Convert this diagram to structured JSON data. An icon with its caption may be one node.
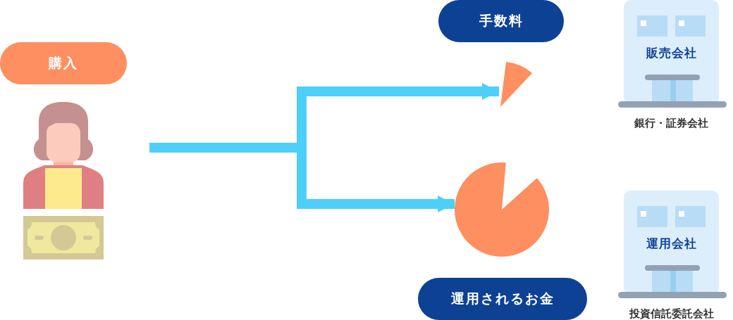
{
  "diagram": {
    "nodes": [
      {
        "text": [
          "購入"
        ]
      },
      {
        "text": [],
        "shape": "person"
      },
      {
        "text": [
          "手数料"
        ]
      },
      {
        "text": [],
        "shape": "pie"
      },
      {
        "text": [],
        "shape": "pie"
      },
      {
        "text": [
          "運用されるお金"
        ]
      },
      {
        "text": [
          "販売会社"
        ],
        "beside": [
          "銀行・証券会社"
        ]
      },
      {
        "text": [
          "運用会社"
        ],
        "beside": [
          "投資信託委託会社"
        ]
      }
    ],
    "edges": [
      {
        "from": 1,
        "to": 3,
        "arrow": "to"
      },
      {
        "from": 1,
        "to": 4,
        "arrow": "to"
      }
    ]
  }
}
